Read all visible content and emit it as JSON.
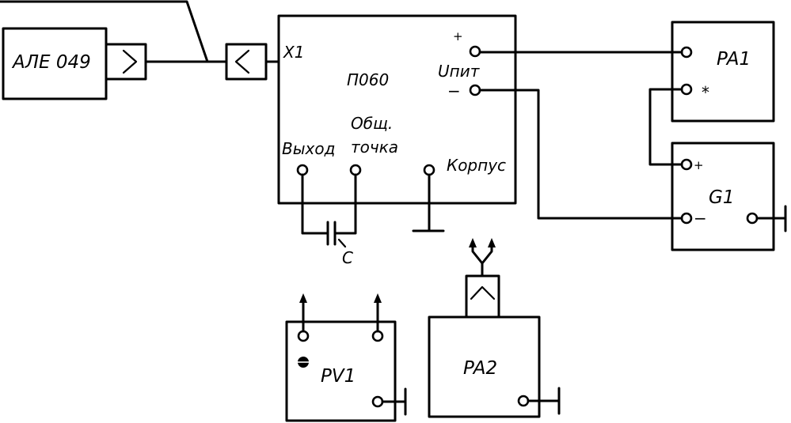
{
  "blocks": {
    "ale": "АЛЕ 049",
    "x1": "X1",
    "p060": "П060",
    "upit": "Uпит",
    "obshch_1": "Общ.",
    "obshch_2": "точка",
    "vykhod": "Выход",
    "korpus": "Корпус",
    "pa1": "PA1",
    "g1": "G1",
    "pv1": "PV1",
    "pa2": "PA2",
    "capacitor": "C"
  },
  "polarity": {
    "plus": "+",
    "minus": "−",
    "star": "*",
    "g1_plus": "+",
    "g1_minus": "−"
  }
}
